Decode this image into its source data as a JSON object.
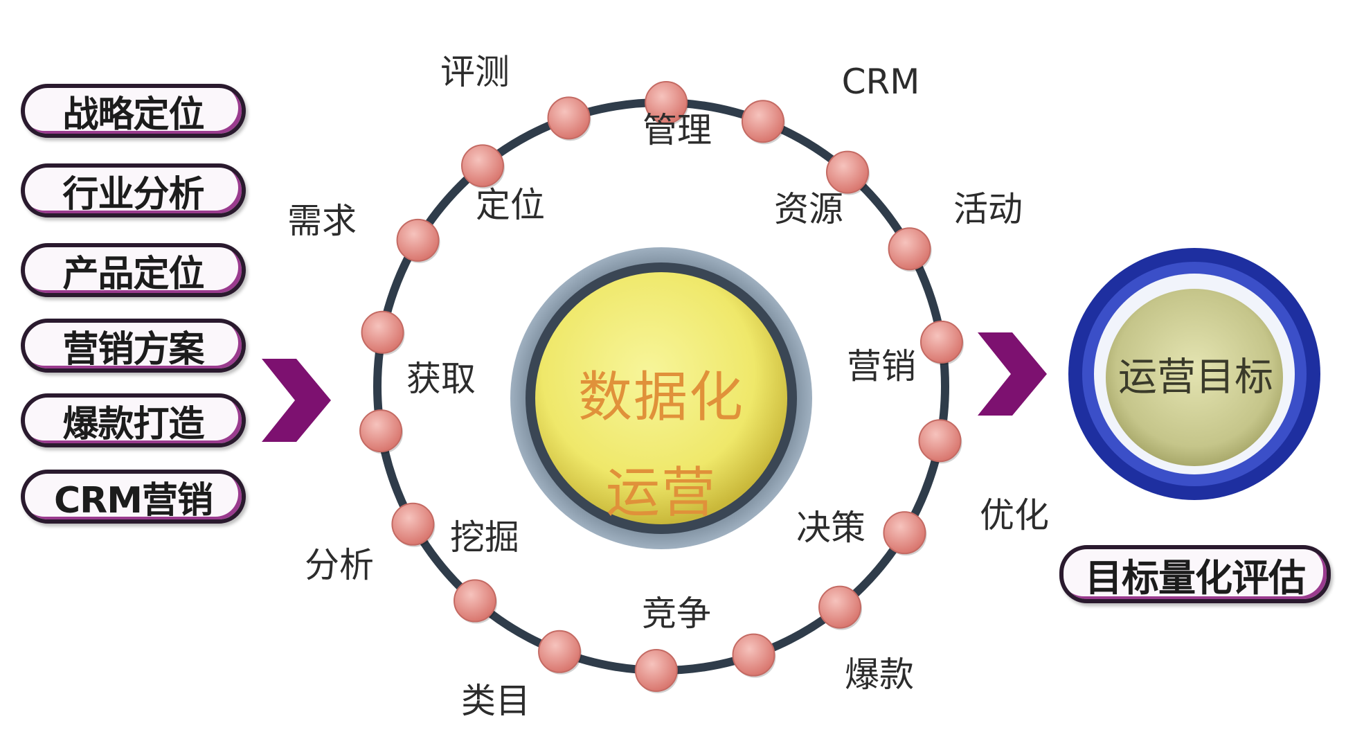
{
  "left_steps": [
    "战略定位",
    "行业分析",
    "产品定位",
    "营销方案",
    "爆款打造",
    "CRM营销"
  ],
  "ring_labels": [
    "评测",
    "管理",
    "CRM",
    "需求",
    "定位",
    "资源",
    "活动",
    "获取",
    "营销",
    "挖掘",
    "决策",
    "优化",
    "分析",
    "竞争",
    "爆款",
    "类目"
  ],
  "center": {
    "line1": "数据化",
    "line2": "运营"
  },
  "goal": {
    "label": "运营目标",
    "evaluation": "目标量化评估"
  },
  "colors": {
    "ring": "#2f3c4a",
    "node": "#e4908a",
    "arrow": "#7d1170",
    "center_fill": "#f2f07a",
    "center_text": "#e0913a",
    "goal_rim": "#1e2fa0"
  },
  "icons": [
    "chevron-right-icon",
    "chevron-right-icon"
  ]
}
